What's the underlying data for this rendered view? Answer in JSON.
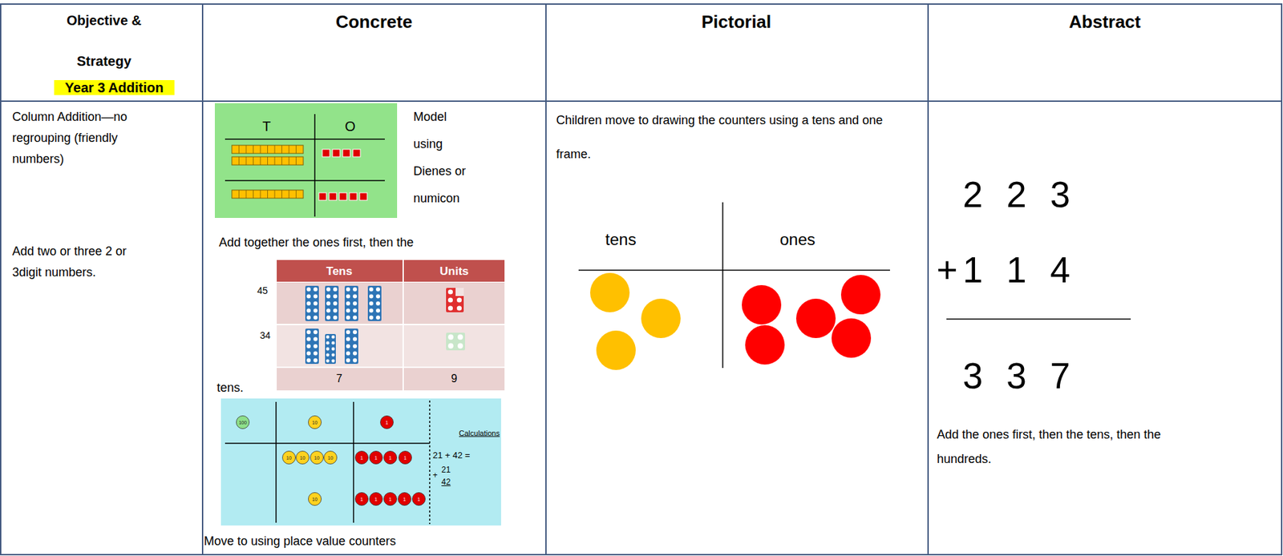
{
  "diagram": {
    "labels": [
      "Objective &",
      "Strategy",
      "Year 3 Addition",
      "Concrete",
      "Pictorial",
      "Abstract",
      "Column Addition—no regrouping (friendly numbers)",
      "Add two or three 2 or 3digit numbers.",
      "T",
      "O",
      "Model using Dienes or numicon",
      "Add together the ones first, then the",
      "Tens",
      "Units",
      "45",
      "34",
      "7",
      "9",
      "tens.",
      "100",
      "10",
      "1",
      "10",
      "10",
      "10",
      "10",
      "1",
      "1",
      "1",
      "1",
      "10",
      "1",
      "1",
      "1",
      "1",
      "1",
      "Calculations",
      "21 + 42 =",
      "+",
      "21",
      "42",
      "Move to using place value counters",
      "Children move to drawing the counters using a tens and one frame.",
      "tens",
      "ones",
      "2 2 3",
      "+",
      "1 1 4",
      "3 3 7",
      "Add the ones first, then the tens, then the hundreds."
    ]
  }
}
